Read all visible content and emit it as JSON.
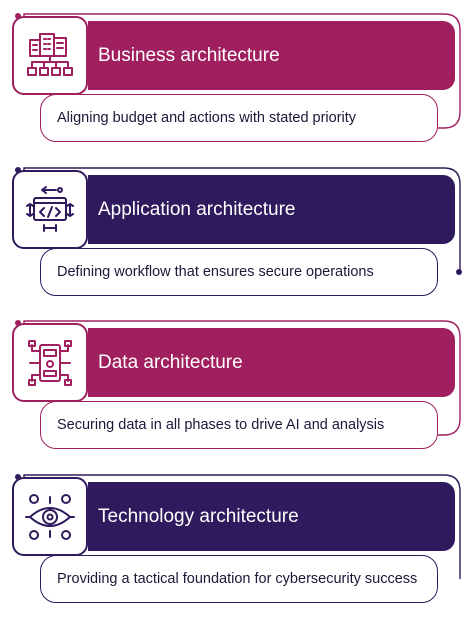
{
  "colors": {
    "magenta": "#a0205f",
    "purple": "#2e1a5c",
    "text_dark": "#1b1838",
    "background": "#ffffff"
  },
  "items": [
    {
      "title": "Business architecture",
      "description": "Aligning budget and actions with stated priority",
      "icon": "building-network-icon",
      "theme": "magenta"
    },
    {
      "title": "Application architecture",
      "description": "Defining workflow that ensures secure operations",
      "icon": "code-window-gear-icon",
      "theme": "purple"
    },
    {
      "title": "Data architecture",
      "description": "Securing data in all phases to drive AI and analysis",
      "icon": "data-chip-icon",
      "theme": "magenta"
    },
    {
      "title": "Technology architecture",
      "description": "Providing a tactical foundation for cybersecurity success",
      "icon": "eye-target-gears-icon",
      "theme": "purple"
    }
  ]
}
